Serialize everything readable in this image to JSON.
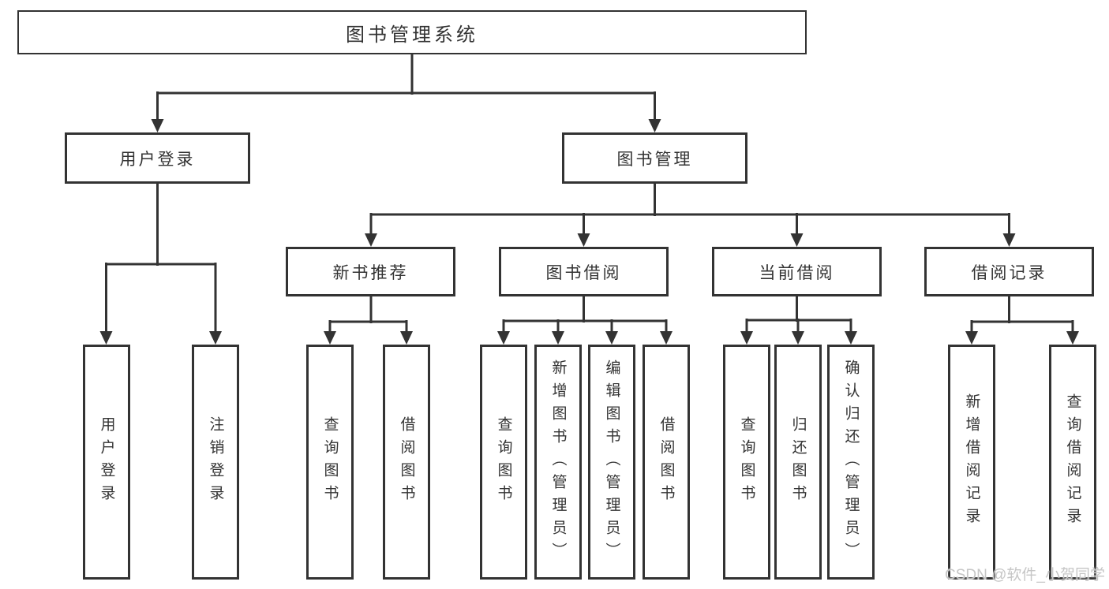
{
  "diagram": {
    "root": {
      "label": "图书管理系统",
      "children": [
        {
          "label": "用户登录",
          "children": [
            {
              "label": "用户登录"
            },
            {
              "label": "注销登录"
            }
          ]
        },
        {
          "label": "图书管理",
          "children": [
            {
              "label": "新书推荐",
              "children": [
                {
                  "label": "查询图书"
                },
                {
                  "label": "借阅图书"
                }
              ]
            },
            {
              "label": "图书借阅",
              "children": [
                {
                  "label": "查询图书"
                },
                {
                  "label": "新增图书（管理员）"
                },
                {
                  "label": "编辑图书（管理员）"
                },
                {
                  "label": "借阅图书"
                }
              ]
            },
            {
              "label": "当前借阅",
              "children": [
                {
                  "label": "查询图书"
                },
                {
                  "label": "归还图书"
                },
                {
                  "label": "确认归还（管理员）"
                }
              ]
            },
            {
              "label": "借阅记录",
              "children": [
                {
                  "label": "新增借阅记录"
                },
                {
                  "label": "查询借阅记录"
                }
              ]
            }
          ]
        }
      ]
    },
    "watermark": "CSDN @软件_小贺同学",
    "colors": {
      "line": "#333333",
      "text": "#333333",
      "watermark": "#c6c6c6",
      "background": "#ffffff"
    }
  }
}
